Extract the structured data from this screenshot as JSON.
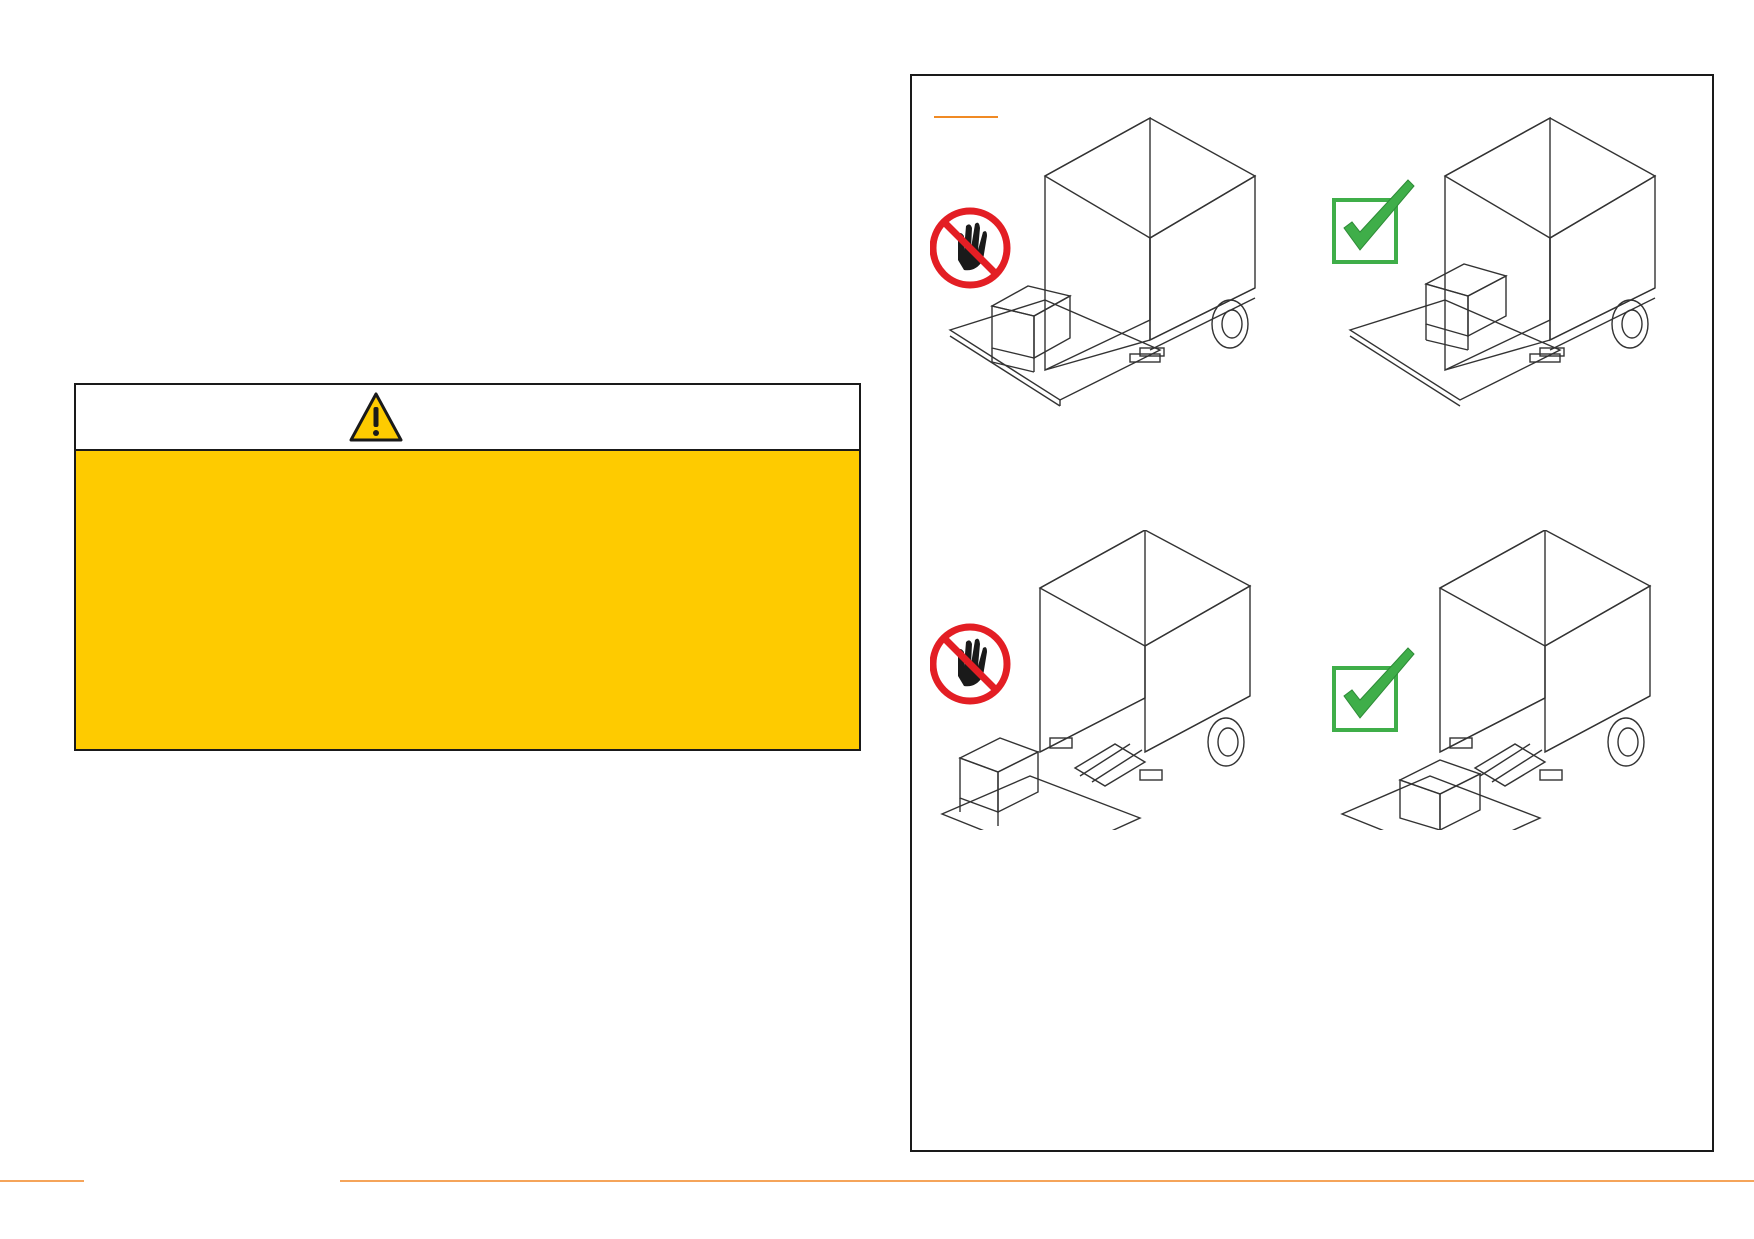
{
  "warning": {
    "icon": "warning-triangle-icon",
    "colors": {
      "header_bg": "#ffffff",
      "body_bg": "#fecb00",
      "border": "#1a1a1a",
      "triangle_fill": "#fecb00"
    }
  },
  "figure": {
    "accent_color": "#f08a24",
    "panels": [
      {
        "id": "top-left",
        "status": "prohibited",
        "icon": "no-hand-prohibition-icon",
        "scene": "truck-with-ramp-lip-load-at-edge"
      },
      {
        "id": "top-right",
        "status": "correct",
        "icon": "green-checkmark-icon",
        "scene": "truck-with-ramp-lip-load-centered"
      },
      {
        "id": "bottom-left",
        "status": "prohibited",
        "icon": "no-hand-prohibition-icon",
        "scene": "tail-lift-platform-load-at-edge"
      },
      {
        "id": "bottom-right",
        "status": "correct",
        "icon": "green-checkmark-icon",
        "scene": "tail-lift-platform-load-centered"
      }
    ],
    "colors": {
      "prohibited_red": "#e31e24",
      "check_green": "#3fae49",
      "line": "#333333"
    }
  },
  "footer": {
    "line_color": "#f5a45a"
  }
}
